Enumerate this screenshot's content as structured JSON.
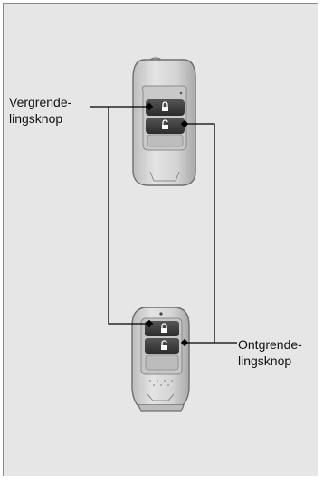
{
  "labels": {
    "lock_button": {
      "line1": "Vergrende-",
      "line2": "lingsknop"
    },
    "unlock_button": {
      "line1": "Ontgrende-",
      "line2": "lingsknop"
    }
  },
  "colors": {
    "panel_bg": "#e6e6e6",
    "fob_body": "#cfcfcf",
    "fob_outline": "#7a7a7a",
    "button_dark": "#3a3a3a",
    "leader_line": "#000000"
  },
  "icons": [
    "lock-closed-icon",
    "lock-open-icon"
  ]
}
